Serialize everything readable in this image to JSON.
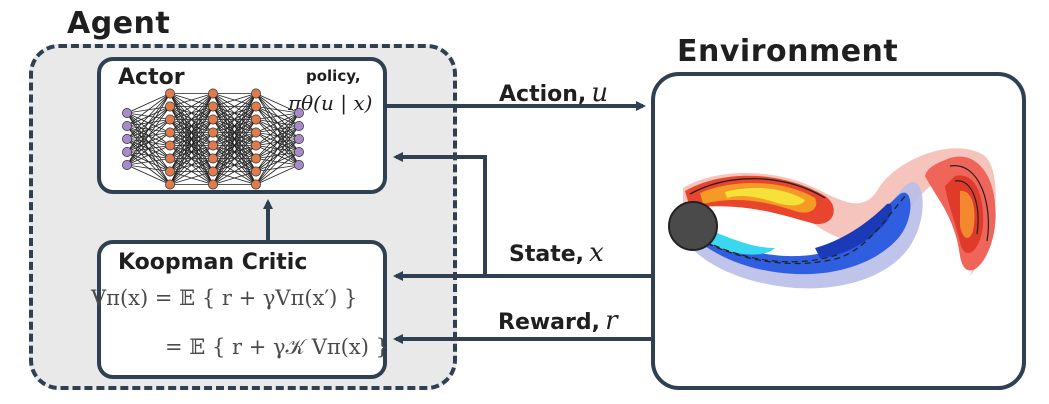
{
  "agent": {
    "title": "Agent",
    "actor": {
      "title": "Actor",
      "policy_label": "policy,",
      "policy_formula": "πθ(u | x)",
      "network_layers": [
        5,
        8,
        8,
        8,
        5
      ],
      "colors": {
        "input_node": "#a68bc8",
        "hidden_node": "#e07b4b",
        "output_node": "#a68bc8",
        "edge": "#222222"
      }
    },
    "critic": {
      "title": "Koopman Critic",
      "equation_line1": "Vπ(x) = 𝔼 { r + γVπ(x′) }",
      "equation_line2": "= 𝔼 { r + γ𝒦 Vπ(x) }"
    }
  },
  "environment": {
    "title": "Environment",
    "image": "cylinder-wake-vortex-flow"
  },
  "signals": {
    "action": {
      "label": "Action,",
      "symbol": "u"
    },
    "state": {
      "label": "State,",
      "symbol": "x"
    },
    "reward": {
      "label": "Reward,",
      "symbol": "r"
    }
  },
  "colors": {
    "outline": "#2e4052",
    "agent_fill": "#e9e9ea"
  }
}
